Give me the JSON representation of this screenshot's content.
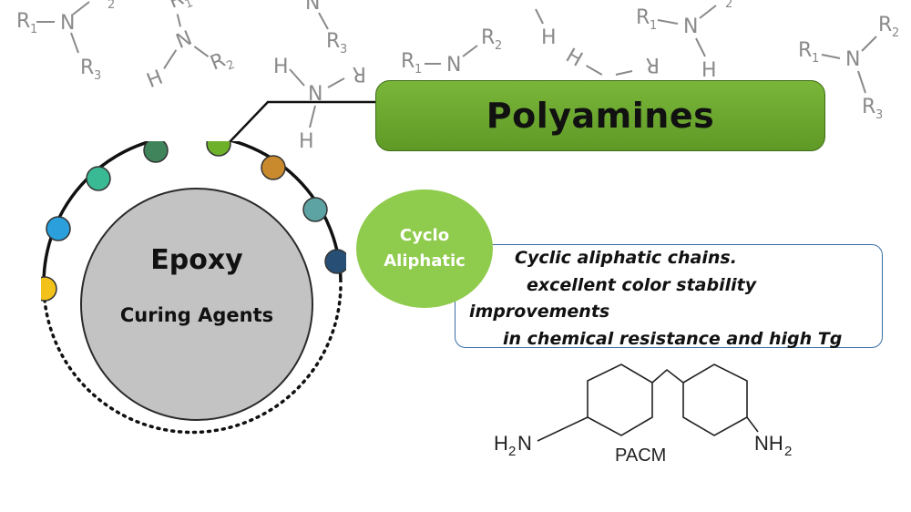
{
  "background": {
    "amines": [
      {
        "r1": "R",
        "r1sub": "1",
        "n": "N",
        "r2": "R",
        "r2sub": "2",
        "r3": "R",
        "r3sub": "3"
      }
    ],
    "hydrogen": "H"
  },
  "colors": {
    "pill": "#6aa830",
    "cyclo": "#8fcb4c",
    "inner_circle": "#c3c3c3",
    "ring_dots": [
      "#f2c21a",
      "#2a9fdb",
      "#3aba94",
      "#3f845a",
      "#6fb02a",
      "#c98a2e",
      "#5ea3a3",
      "#274f76"
    ]
  },
  "polyamines_title": "Polyamines",
  "epoxy": {
    "title": "Epoxy",
    "subtitle": "Curing Agents"
  },
  "cyclo": {
    "line1": "Cyclo",
    "line2": "Aliphatic"
  },
  "description": {
    "lines": [
      "Cyclic aliphatic chains.",
      "excellent color stability",
      "improvements",
      "in chemical resistance and  high Tg"
    ]
  },
  "molecule": {
    "name": "PACM",
    "left_group": "H",
    "left_group_sub": "2",
    "left_group_tail": "N",
    "right_group": "NH",
    "right_group_sub": "2"
  }
}
